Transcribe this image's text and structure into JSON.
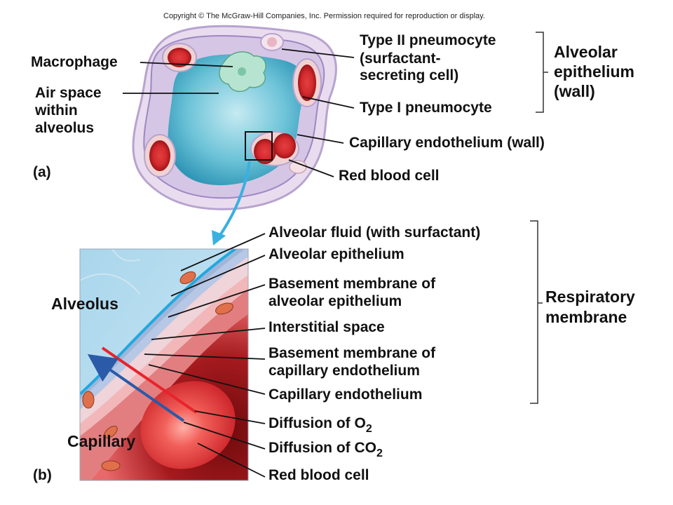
{
  "copyright": "Copyright © The McGraw-Hill Companies, Inc. Permission required for reproduction or display.",
  "panel_a": {
    "tag": "(a)",
    "labels": {
      "macrophage": "Macrophage",
      "air_space_1": "Air space",
      "air_space_2": "within",
      "air_space_3": "alveolus",
      "type2_1": "Type II pneumocyte",
      "type2_2": "(surfactant-",
      "type2_3": "secreting cell)",
      "type1": "Type I pneumocyte",
      "cap_endo": "Capillary endothelium (wall)",
      "rbc": "Red blood cell"
    },
    "bracket_1": "Alveolar",
    "bracket_2": "epithelium",
    "bracket_3": "(wall)"
  },
  "panel_b": {
    "tag": "(b)",
    "region_alveolus": "Alveolus",
    "region_capillary": "Capillary",
    "labels": {
      "fluid": "Alveolar fluid (with surfactant)",
      "epi": "Alveolar epithelium",
      "bm_epi_1": "Basement membrane of",
      "bm_epi_2": "alveolar epithelium",
      "interstitial": "Interstitial space",
      "bm_cap_1": "Basement membrane of",
      "bm_cap_2": "capillary endothelium",
      "cap_endo": "Capillary endothelium",
      "o2_prefix": "Diffusion of O",
      "o2_sub": "2",
      "co2_prefix": "Diffusion of CO",
      "co2_sub": "2",
      "rbc": "Red blood cell"
    },
    "bracket_1": "Respiratory",
    "bracket_2": "membrane"
  },
  "colors": {
    "o2_arrow": "#e8242b",
    "co2_arrow": "#2a5aa8",
    "alveolar_fluid": "#22a8e0",
    "capillary_blood": "#b81e24",
    "zoom_arrow": "#3ab0e0"
  }
}
